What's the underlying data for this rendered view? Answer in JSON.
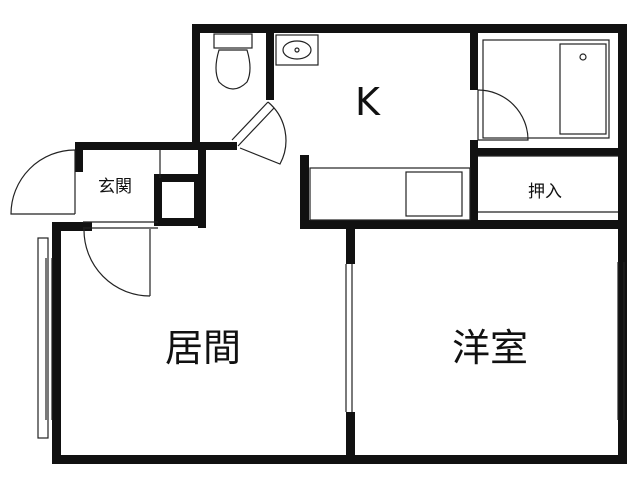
{
  "floor_plan": {
    "rooms": {
      "kitchen": "K",
      "entrance": "玄関",
      "closet": "押入",
      "living": "居間",
      "western_room": "洋室"
    }
  },
  "colors": {
    "wall": "#111111",
    "line": "#222222",
    "background": "#ffffff"
  }
}
